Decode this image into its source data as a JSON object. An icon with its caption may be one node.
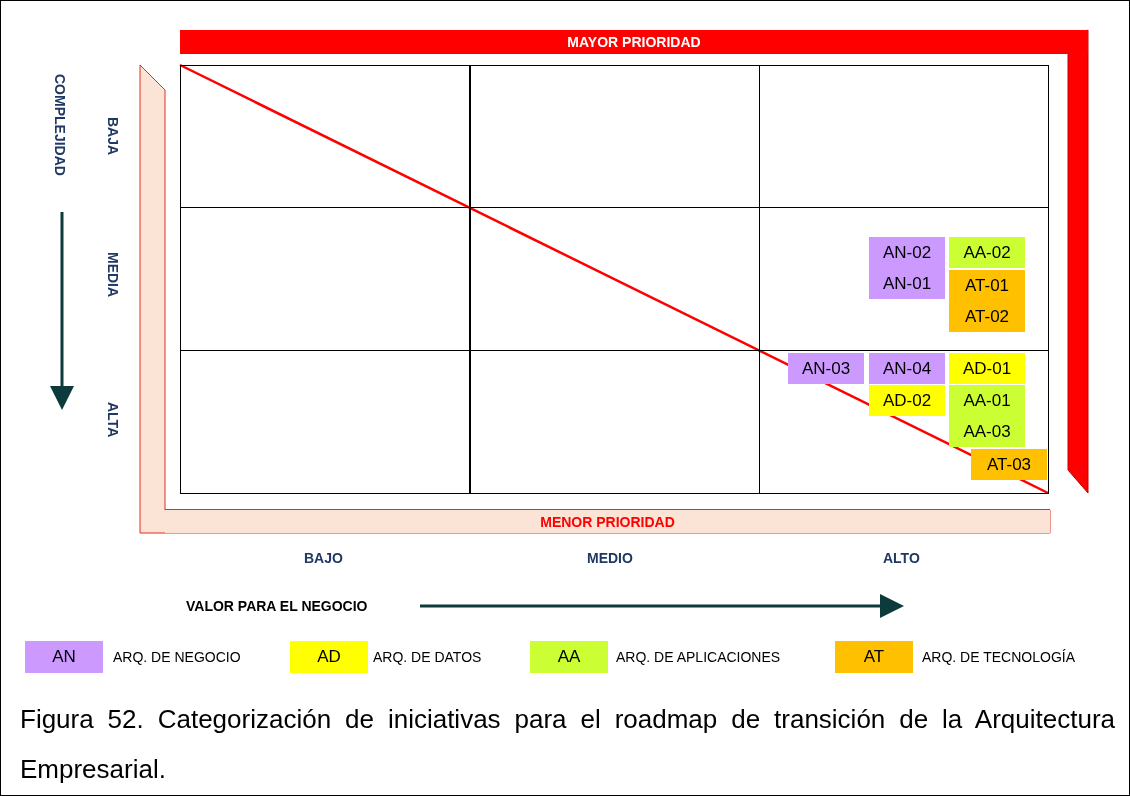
{
  "diagram": {
    "caption": "Figura 52. Categorización de iniciativas para el roadmap de transición de la Arquitectura Empresarial.",
    "nodes": [
      {
        "text": [
          "MAYOR PRIORIDAD"
        ]
      },
      {
        "text": [],
        "shape": "box"
      },
      {
        "text": [],
        "shape": "box"
      },
      {
        "text": [],
        "shape": "box"
      },
      {
        "text": [],
        "shape": "box"
      },
      {
        "text": [],
        "shape": "box"
      },
      {
        "text": [],
        "shape": "box"
      },
      {
        "text": [],
        "shape": "box"
      },
      {
        "text": [],
        "shape": "box"
      },
      {
        "text": [],
        "shape": "box"
      },
      {
        "text": [
          "AN-02"
        ],
        "in": 6
      },
      {
        "text": [
          "AA-02"
        ],
        "in": 6
      },
      {
        "text": [
          "AN-01"
        ],
        "in": 6
      },
      {
        "text": [
          "AT-01"
        ],
        "in": 6
      },
      {
        "text": [
          "AT-02"
        ],
        "in": 6
      },
      {
        "text": [
          "AN-03"
        ],
        "in": 9
      },
      {
        "text": [
          "AN-04"
        ],
        "in": 9
      },
      {
        "text": [
          "AD-01"
        ],
        "in": 9
      },
      {
        "text": [
          "AD-02"
        ],
        "in": 9
      },
      {
        "text": [
          "AA-01"
        ],
        "in": 9
      },
      {
        "text": [
          "AA-03"
        ],
        "in": 9
      },
      {
        "text": [
          "AT-03"
        ],
        "in": 9
      },
      {
        "text": [
          "MENOR PRIORIDAD"
        ]
      }
    ],
    "edges": [],
    "labels": [
      "COMPLEJIDAD",
      "BAJA",
      "MEDIA",
      "ALTA",
      "BAJO",
      "MEDIO",
      "ALTO",
      "VALOR PARA EL NEGOCIO",
      "AN",
      "AD",
      "AA",
      "AT"
    ],
    "legend": [
      {
        "text": "ARQ. DE NEGOCIO",
        "color": "#cc99ff"
      },
      {
        "text": "ARQ. DE DATOS",
        "color": "#ffff00"
      },
      {
        "text": "ARQ. DE APLICACIONES",
        "color": "#ccff33"
      },
      {
        "text": "ARQ. DE TECNOLOGÍA",
        "color": "#ffc000"
      }
    ]
  }
}
